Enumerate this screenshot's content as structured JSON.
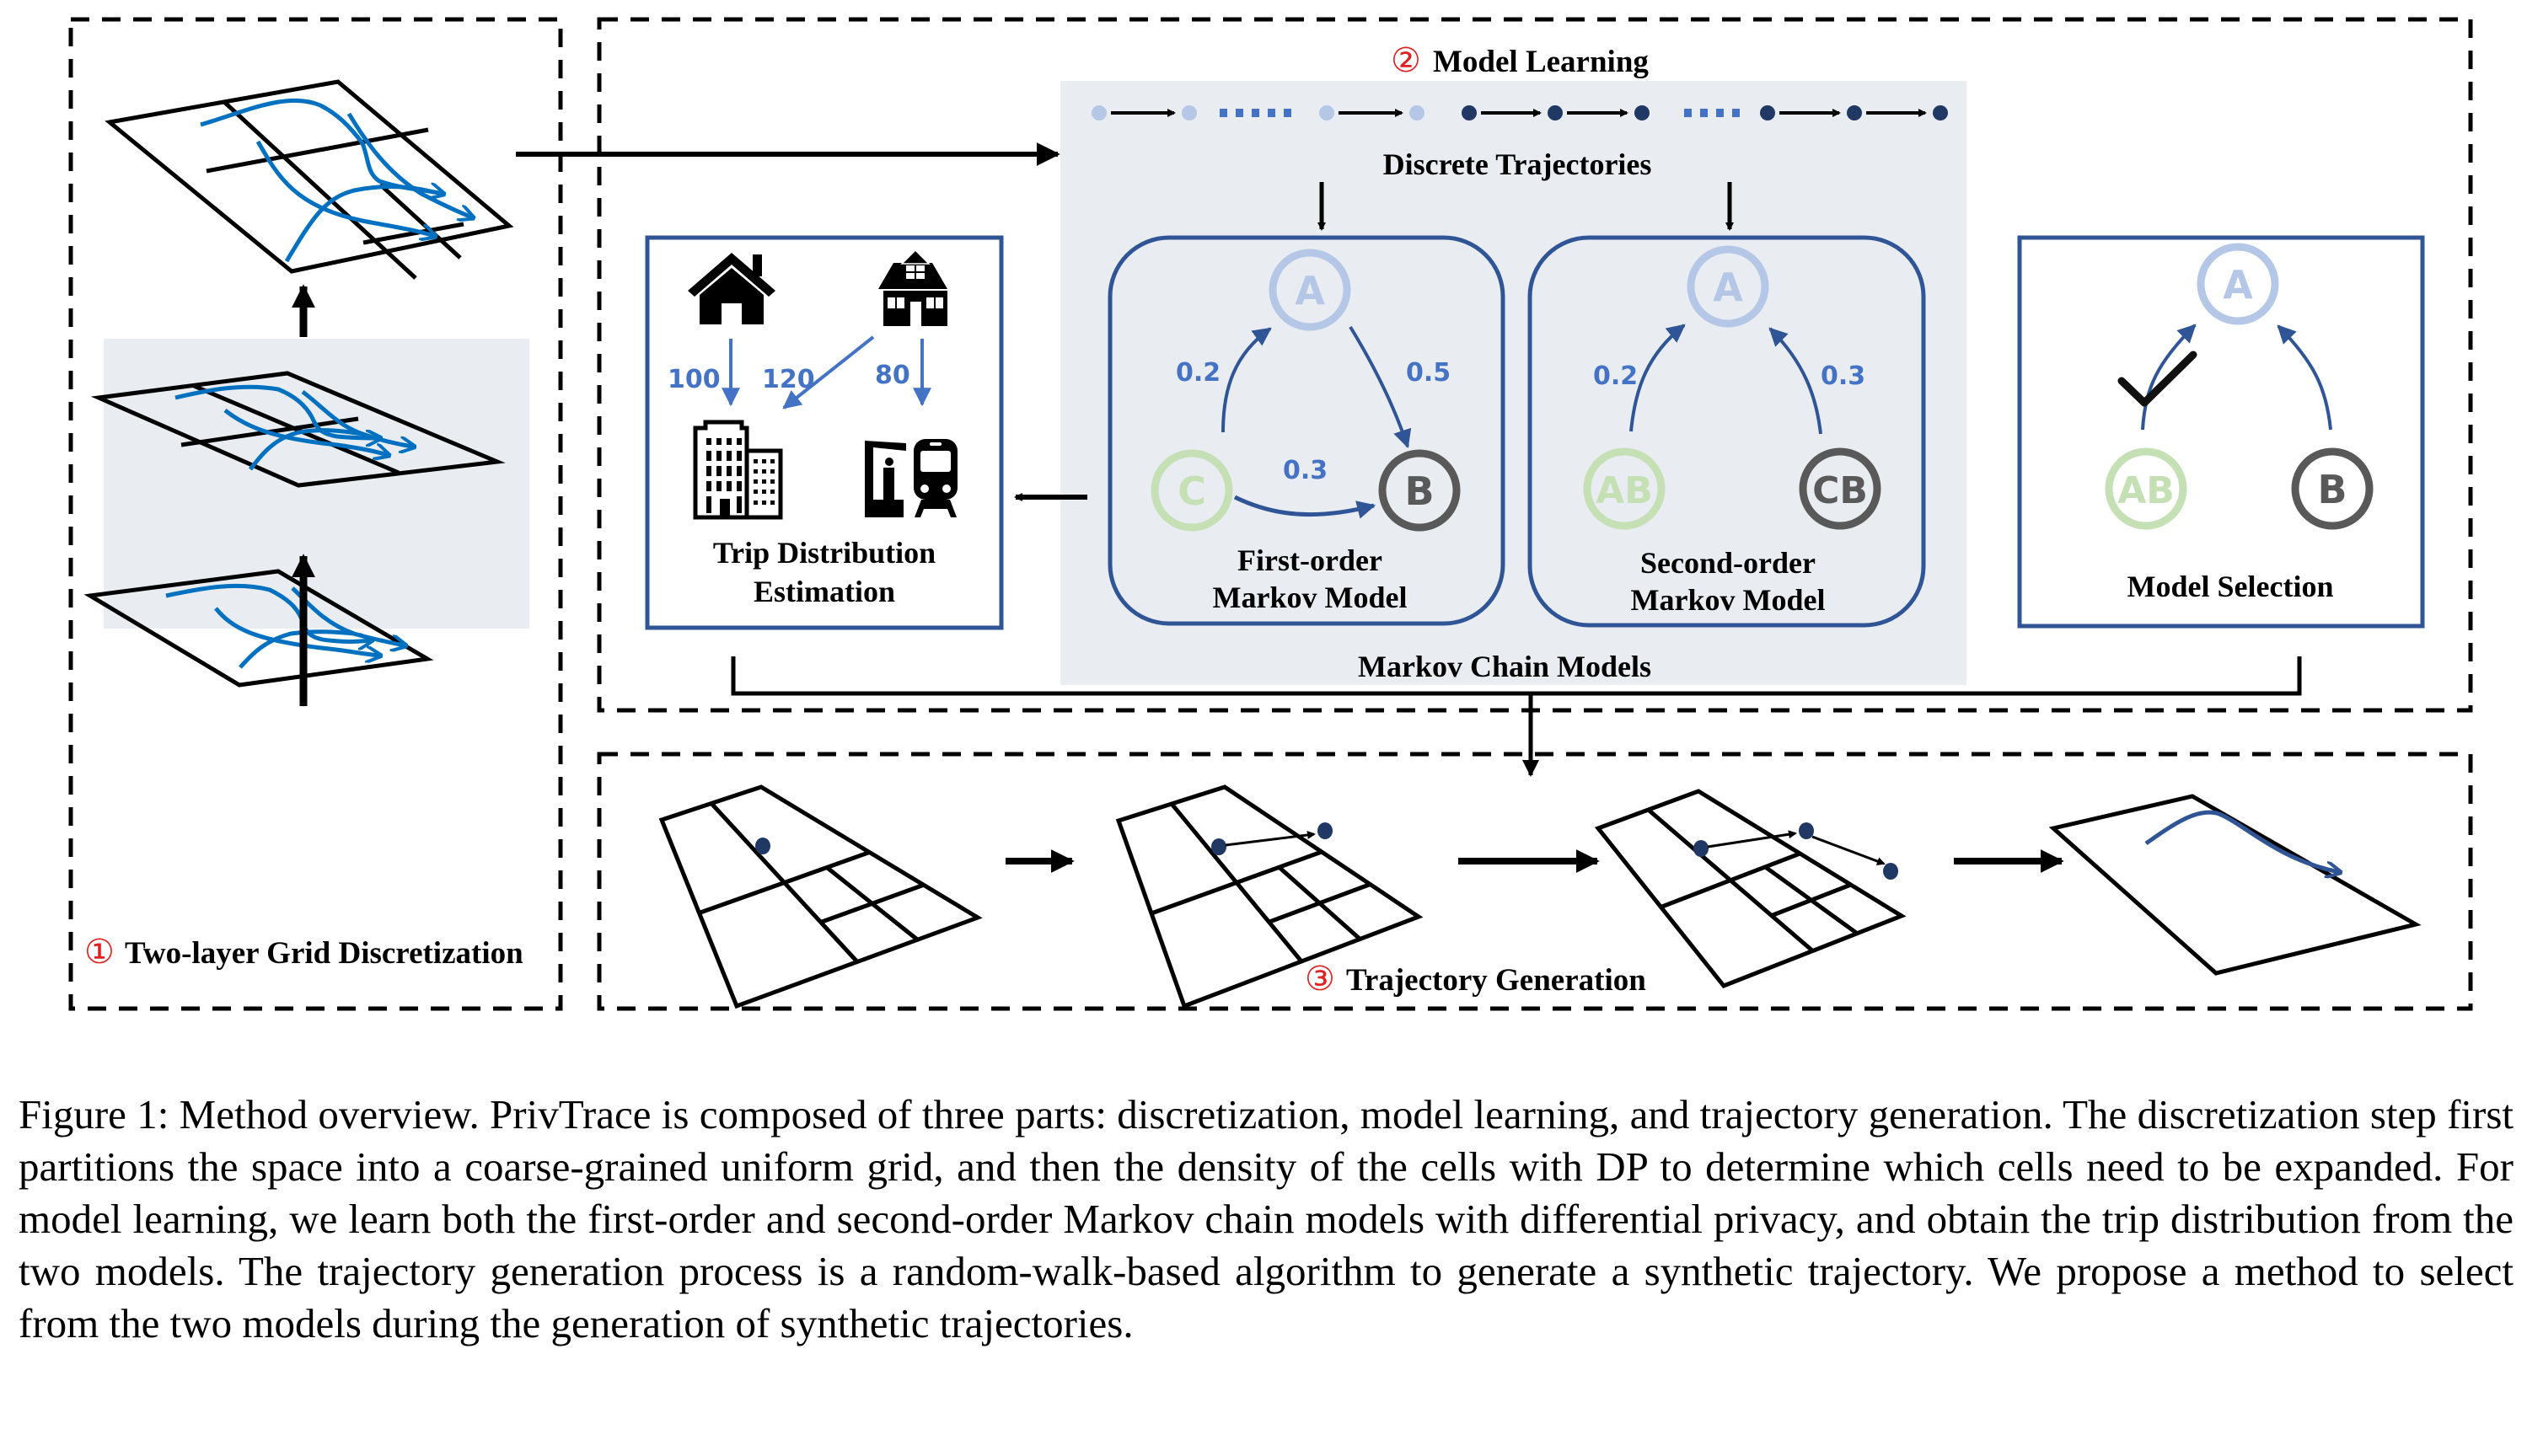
{
  "sections": {
    "discretization": {
      "number": "①",
      "title": "Two-layer Grid Discretization"
    },
    "model_learning": {
      "number": "②",
      "title": "Model Learning"
    },
    "generation": {
      "number": "③",
      "title": "Trajectory Generation"
    }
  },
  "model_learning": {
    "discrete_trajectories_label": "Discrete Trajectories",
    "markov_chain_models_label": "Markov Chain Models",
    "trip_distribution": {
      "title_line1": "Trip Distribution",
      "title_line2": "Estimation",
      "flows": [
        "100",
        "120",
        "80"
      ],
      "icons": [
        "house-icon",
        "cottage-icon",
        "office-building-icon",
        "train-station-icon"
      ]
    },
    "first_order": {
      "title_line1": "First-order",
      "title_line2": "Markov Model",
      "nodes": [
        "A",
        "B",
        "C"
      ],
      "edges": [
        {
          "from": "C",
          "to": "A",
          "prob": "0.2"
        },
        {
          "from": "A",
          "to": "B",
          "prob": "0.5"
        },
        {
          "from": "C",
          "to": "B",
          "prob": "0.3"
        }
      ]
    },
    "second_order": {
      "title_line1": "Second-order",
      "title_line2": "Markov Model",
      "nodes": [
        "A",
        "AB",
        "CB"
      ],
      "edges": [
        {
          "from": "AB",
          "to": "A",
          "prob": "0.2"
        },
        {
          "from": "CB",
          "to": "A",
          "prob": "0.3"
        }
      ]
    },
    "model_selection": {
      "title": "Model Selection",
      "nodes": [
        "A",
        "AB",
        "B"
      ],
      "selected": "AB"
    }
  },
  "colors": {
    "node_light_blue": "#b4c7e7",
    "node_light_green": "#c5e0b4",
    "node_dark_gray": "#595959",
    "edge_navy": "#2f5597",
    "label_blue": "#4472c4",
    "trajectory_blue": "#0070c0",
    "panel_gray": "#e9edf2",
    "dot_navy": "#1f3864",
    "section_number_red": "#e02020"
  },
  "caption": {
    "label": "Figure 1:",
    "text": "Method overview. PrivTrace is composed of three parts: discretization, model learning, and trajectory generation. The discretization step first partitions the space into a coarse-grained uniform grid, and then the density of the cells with DP to determine which cells need to be expanded. For model learning, we learn both the first-order and second-order Markov chain models with differential privacy, and obtain the trip distribution from the two models. The trajectory generation process is a random-walk-based algorithm to generate a synthetic trajectory. We propose a method to select from the two models during the generation of synthetic trajectories."
  }
}
